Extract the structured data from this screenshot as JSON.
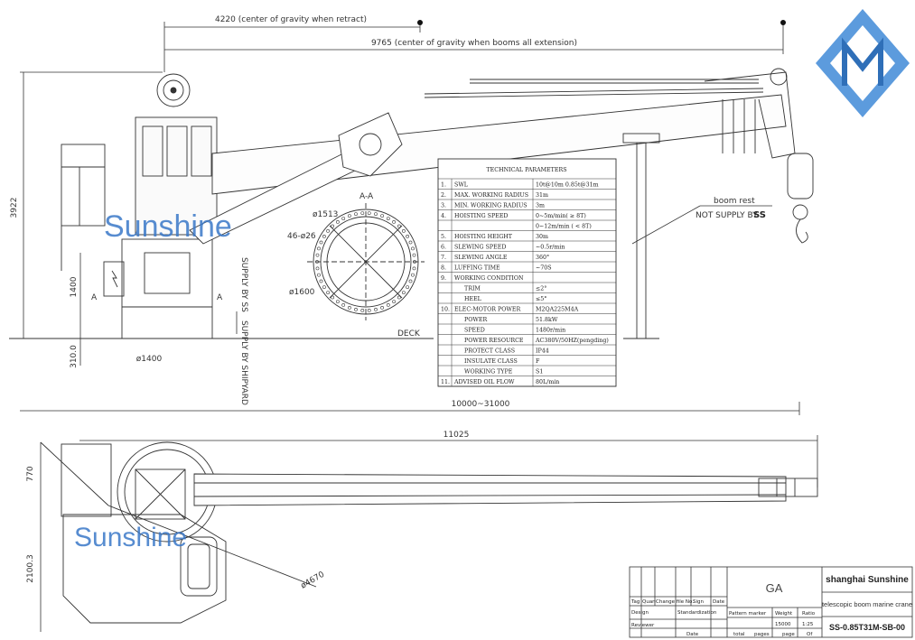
{
  "dimensions": {
    "cog_retract": "4220 (center of gravity when retract)",
    "cog_extension": "9765 (center of gravity when booms all extension)",
    "height_total": "3922",
    "pedestal_height": "1400",
    "base_height": "310.0",
    "base_diameter": "ø1400",
    "reach_range": "10000~31000",
    "plan_length": "11025",
    "plan_width_1": "770",
    "plan_width_2": "2100.3",
    "slew_diameter": "ø4670"
  },
  "section": {
    "title": "A-A",
    "d1": "ø1513",
    "bolts": "46-ø26",
    "d2": "ø1600",
    "deck": "DECK",
    "markA": "A"
  },
  "notes": {
    "boom_rest": "boom rest",
    "not_supply": "NOT SUPPLY BY",
    "not_supply_ss": "SS",
    "supply_ss": "SUPPLY BY SS",
    "supply_shipyard": "SUPPLY BY SHIPYARD"
  },
  "watermark": "Sunshine",
  "tech": {
    "title": "TECHNICAL PARAMETERS",
    "rows": [
      {
        "n": "1.",
        "label": "SWL",
        "value": "10t@10m 0.85t@31m"
      },
      {
        "n": "2.",
        "label": "MAX. WORKING RADIUS",
        "value": "31m"
      },
      {
        "n": "3.",
        "label": "MIN. WORKING RADIUS",
        "value": "3m"
      },
      {
        "n": "4.",
        "label": "HOISTING SPEED",
        "value": "0~5m/min( ≥ 8T)"
      },
      {
        "n": "",
        "label": "",
        "value": "0~12m/min ( < 8T)"
      },
      {
        "n": "5.",
        "label": "HOISTING HEIGHT",
        "value": "30m"
      },
      {
        "n": "6.",
        "label": "SLEWING SPEED",
        "value": "~0.5r/min"
      },
      {
        "n": "7.",
        "label": "SLEWING ANGLE",
        "value": "360°"
      },
      {
        "n": "8.",
        "label": "LUFFING TIME",
        "value": "~70S"
      },
      {
        "n": "9.",
        "label": "WORKING CONDITION",
        "value": ""
      },
      {
        "n": "",
        "label": "TRIM",
        "value": "≤2°"
      },
      {
        "n": "",
        "label": "HEEL",
        "value": "≤5°"
      },
      {
        "n": "10.",
        "label": "ELEC-MOTOR POWER",
        "value": "M2QA225M4A"
      },
      {
        "n": "",
        "label": "POWER",
        "value": "51.8kW"
      },
      {
        "n": "",
        "label": "SPEED",
        "value": "1480r/min"
      },
      {
        "n": "",
        "label": "POWER RESOURCE",
        "value": "AC380V/50HZ(pengding)"
      },
      {
        "n": "",
        "label": "PROTECT CLASS",
        "value": "IP44"
      },
      {
        "n": "",
        "label": "INSULATE CLASS",
        "value": "F"
      },
      {
        "n": "",
        "label": "WORKING TYPE",
        "value": "S1"
      },
      {
        "n": "11.",
        "label": "ADVISED OIL FLOW",
        "value": "80L/min"
      }
    ]
  },
  "titleblock": {
    "ga": "GA",
    "company": "shanghai Sunshine",
    "description": "telescopic boom marine crane",
    "drawing_no": "SS-0.85T31M-SB-00",
    "tag": "Tag",
    "qty": "Quan",
    "change": "Change file No.",
    "sign": "Sign",
    "date": "Date",
    "design": "Design",
    "standard": "Standardization",
    "reviewer": "Reviewer",
    "pattern": "Pattern marker",
    "weight": "Weight",
    "ratio": "Ratio",
    "weight_val": "15000",
    "ratio_val": "1:25",
    "total": "total",
    "pages": "pages",
    "page": "page",
    "of": "Of",
    "date2": "Date"
  }
}
